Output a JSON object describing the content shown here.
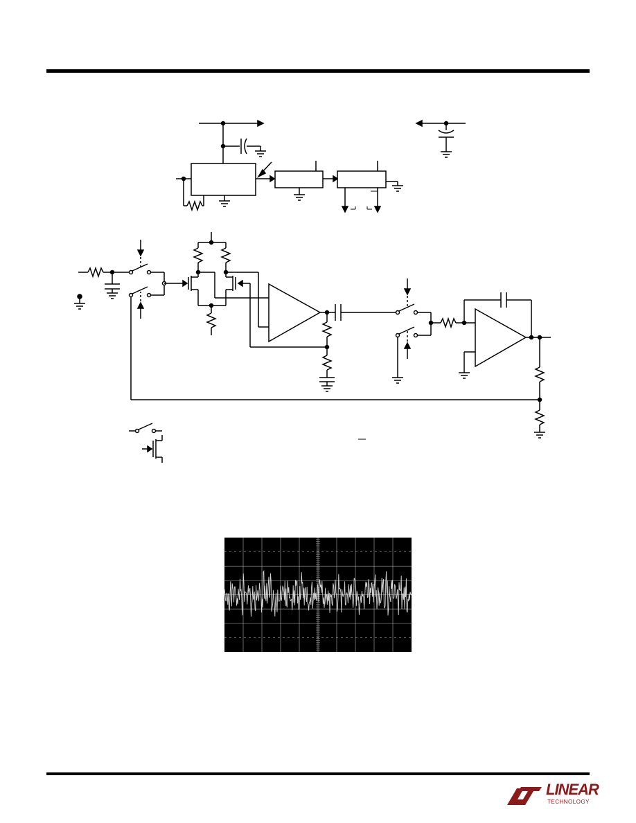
{
  "page": {
    "background": "#ffffff",
    "rule_color": "#000000"
  },
  "figures": {
    "schematic": {
      "icon": "circuit-schematic"
    },
    "oscilloscope": {
      "icon": "oscilloscope-noise-trace",
      "trace_color": "#e8e8e8",
      "grid_color": "#bbbbbb"
    }
  },
  "footer": {
    "logo": {
      "text": "LINEAR",
      "subtext": "TECHNOLOGY",
      "color": "#8b1a1a"
    }
  }
}
